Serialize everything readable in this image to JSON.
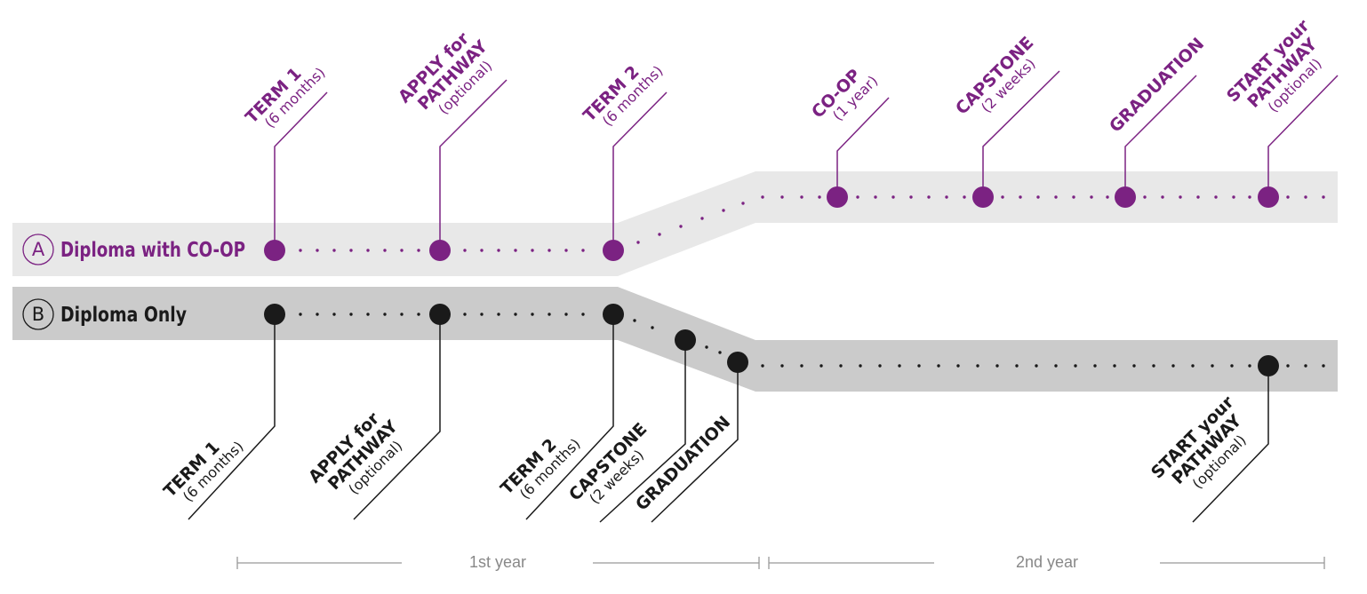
{
  "colors": {
    "coop": "#7b2282",
    "diploma": "#1a1a1a",
    "band_light": "#e8e8e8",
    "band_dark": "#cbcbcb",
    "axis": "#999999"
  },
  "tracks": {
    "coop": {
      "letter": "A",
      "title": "Diploma with CO-OP"
    },
    "diploma": {
      "letter": "B",
      "title": "Diploma Only"
    }
  },
  "coop_milestones": [
    {
      "main": "TERM 1",
      "sub": "(6 months)"
    },
    {
      "main": "APPLY for PATHWAY",
      "sub": "(optional)"
    },
    {
      "main": "TERM 2",
      "sub": "(6 months)"
    },
    {
      "main": "CO-OP",
      "sub": "(1 year)"
    },
    {
      "main": "CAPSTONE",
      "sub": "(2 weeks)"
    },
    {
      "main": "GRADUATION",
      "sub": ""
    },
    {
      "main": "START your PATHWAY",
      "sub": "(optional)"
    }
  ],
  "diploma_milestones": [
    {
      "main": "TERM 1",
      "sub": "(6 months)"
    },
    {
      "main": "APPLY for PATHWAY",
      "sub": "(optional)"
    },
    {
      "main": "TERM 2",
      "sub": "(6 months)"
    },
    {
      "main": "CAPSTONE",
      "sub": "(2 weeks)"
    },
    {
      "main": "GRADUATION",
      "sub": ""
    },
    {
      "main": "START your PATHWAY",
      "sub": "(optional)"
    }
  ],
  "years": {
    "first": "1st year",
    "second": "2nd year"
  }
}
